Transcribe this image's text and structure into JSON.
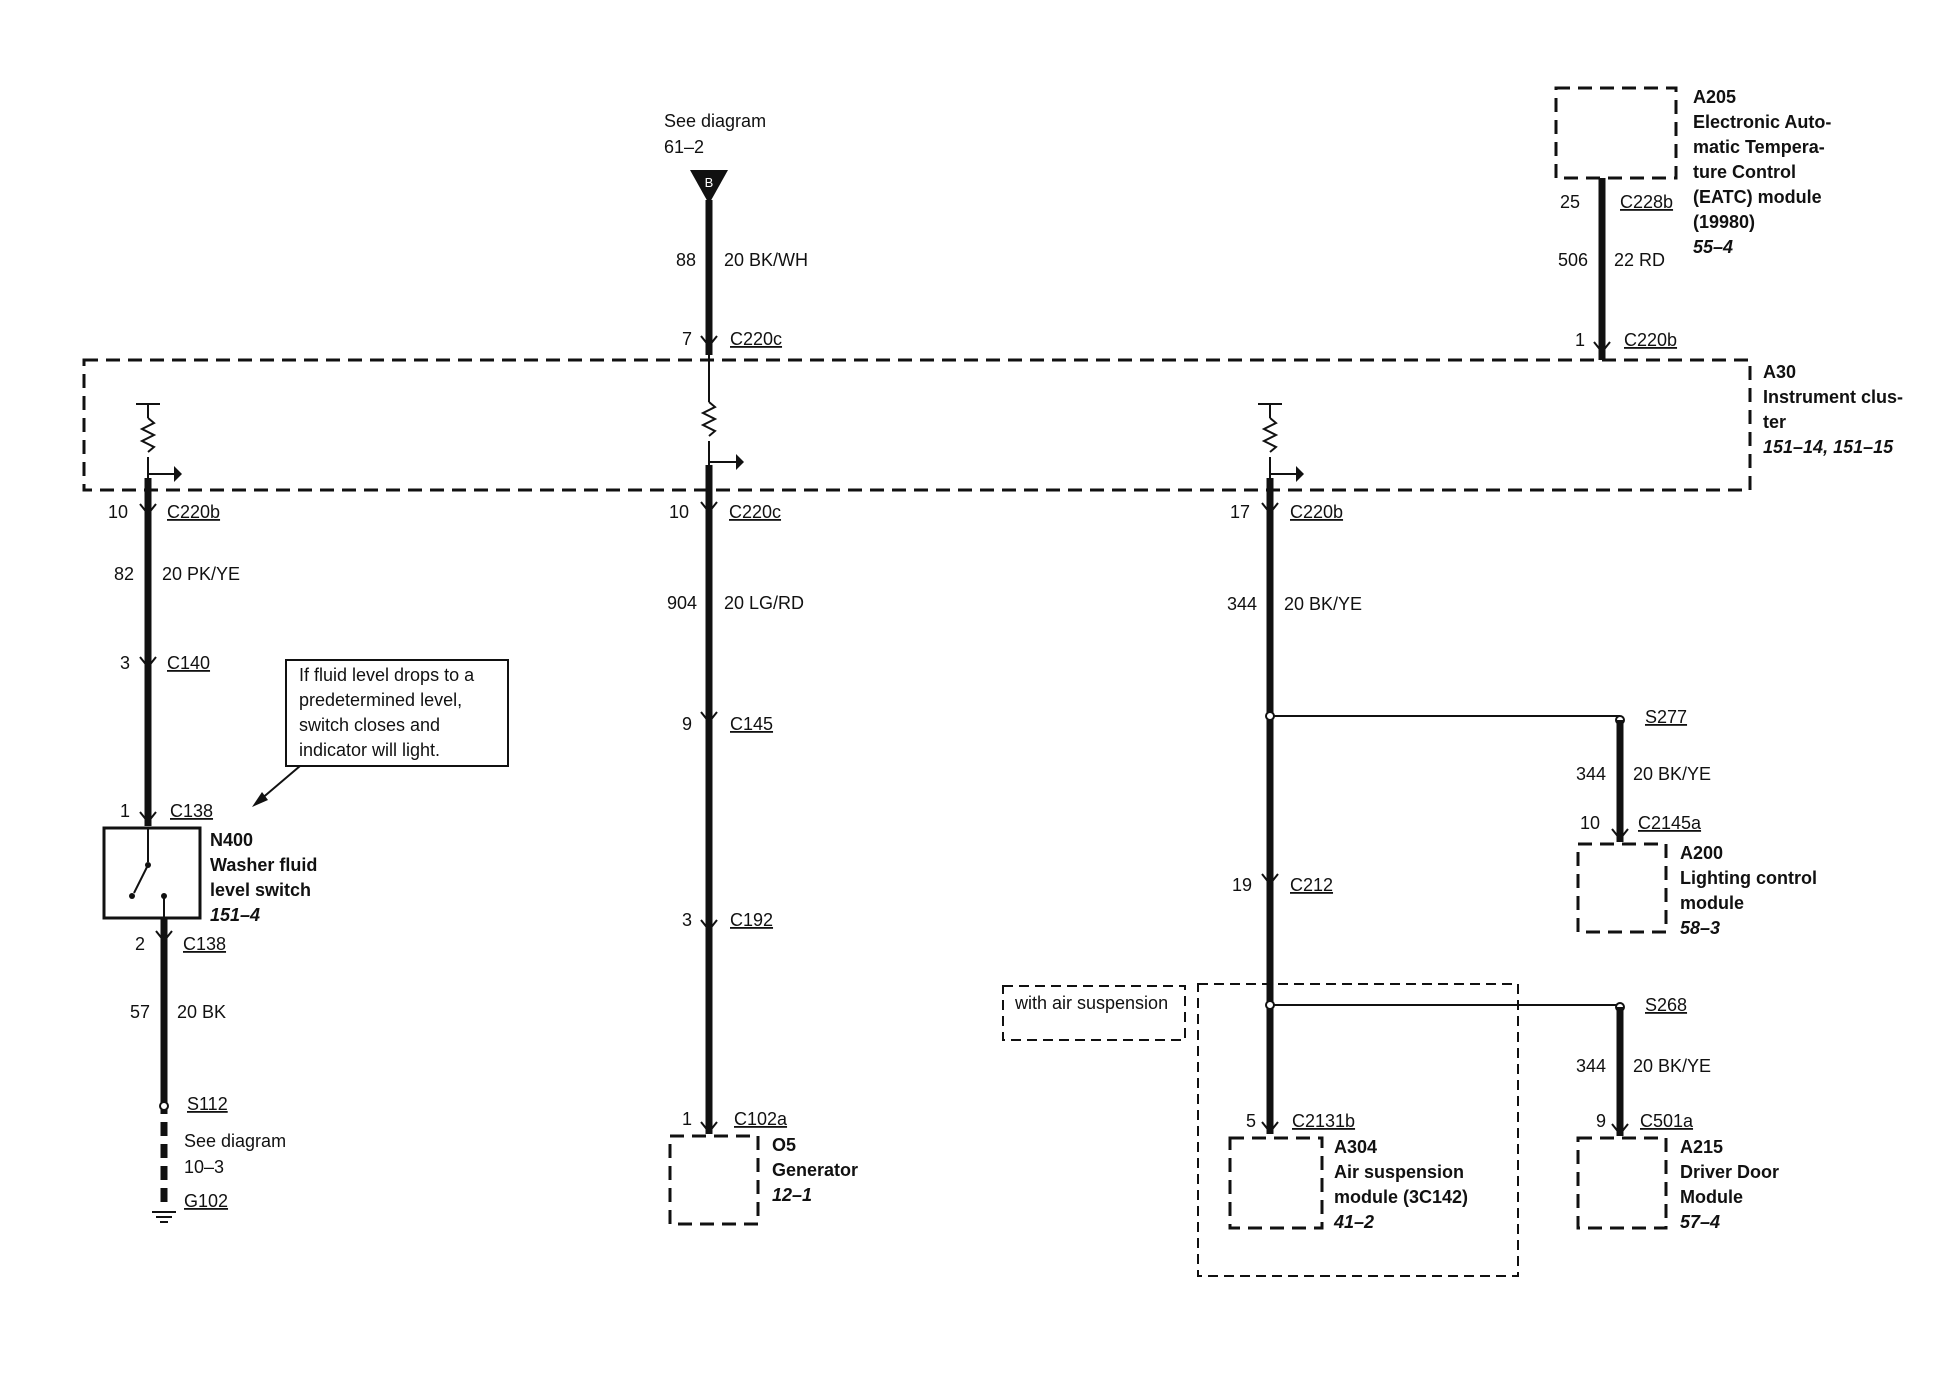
{
  "top_feed": {
    "note": "See diagram",
    "page": "61–2",
    "symbol": "B"
  },
  "circuits": {
    "bk_wh": {
      "num": "88",
      "spec": "20 BK/WH"
    },
    "eatc_rd": {
      "num": "506",
      "spec": "22 RD"
    },
    "pk_ye": {
      "num": "82",
      "spec": "20 PK/YE"
    },
    "lg_rd": {
      "num": "904",
      "spec": "20 LG/RD"
    },
    "bk_ye": {
      "num": "344",
      "spec": "20 BK/YE"
    },
    "bk_ye_lcm": {
      "num": "344",
      "spec": "20 BK/YE"
    },
    "bk_ye_ddm": {
      "num": "344",
      "spec": "20 BK/YE"
    },
    "bk": {
      "num": "57",
      "spec": "20 BK"
    }
  },
  "connectors": {
    "c228b_top": {
      "pin": "25",
      "name": "C228b"
    },
    "c220c_top": {
      "pin": "7",
      "name": "C220c"
    },
    "c220b_top": {
      "pin": "1",
      "name": "C220b"
    },
    "c220b_left": {
      "pin": "10",
      "name": "C220b"
    },
    "c220c_mid": {
      "pin": "10",
      "name": "C220c"
    },
    "c220b_right": {
      "pin": "17",
      "name": "C220b"
    },
    "c140": {
      "pin": "3",
      "name": "C140"
    },
    "c138_top": {
      "pin": "1",
      "name": "C138"
    },
    "c138_bot": {
      "pin": "2",
      "name": "C138"
    },
    "c145": {
      "pin": "9",
      "name": "C145"
    },
    "c192": {
      "pin": "3",
      "name": "C192"
    },
    "c102a": {
      "pin": "1",
      "name": "C102a"
    },
    "c212": {
      "pin": "19",
      "name": "C212"
    },
    "c2145a": {
      "pin": "10",
      "name": "C2145a"
    },
    "c2131b": {
      "pin": "5",
      "name": "C2131b"
    },
    "c501a": {
      "pin": "9",
      "name": "C501a"
    }
  },
  "splices": {
    "s277": "S277",
    "s268": "S268",
    "s112": "S112"
  },
  "ground": {
    "note": "See diagram",
    "page": "10–3",
    "name": "G102"
  },
  "components": {
    "a205": {
      "id": "A205",
      "lines": [
        "Electronic Auto-",
        "matic Tempera-",
        "ture Control",
        "(EATC) module",
        "(19980)"
      ],
      "ref": "55–4"
    },
    "a30": {
      "id": "A30",
      "lines": [
        "Instrument clus-",
        "ter"
      ],
      "ref": "151–14, 151–15"
    },
    "n400": {
      "id": "N400",
      "lines": [
        "Washer fluid",
        "level switch"
      ],
      "ref": "151–4"
    },
    "o5": {
      "id": "O5",
      "lines": [
        "Generator"
      ],
      "ref": "12–1"
    },
    "a200": {
      "id": "A200",
      "lines": [
        "Lighting control",
        "module"
      ],
      "ref": "58–3"
    },
    "a304": {
      "id": "A304",
      "lines": [
        "Air suspension",
        "module (3C142)"
      ],
      "ref": "41–2"
    },
    "a215": {
      "id": "A215",
      "lines": [
        "Driver Door",
        "Module"
      ],
      "ref": "57–4"
    }
  },
  "callout": {
    "lines": [
      "If fluid level drops to a",
      "predetermined level,",
      "switch closes and",
      "indicator will light."
    ]
  },
  "option_label": "with air suspension"
}
